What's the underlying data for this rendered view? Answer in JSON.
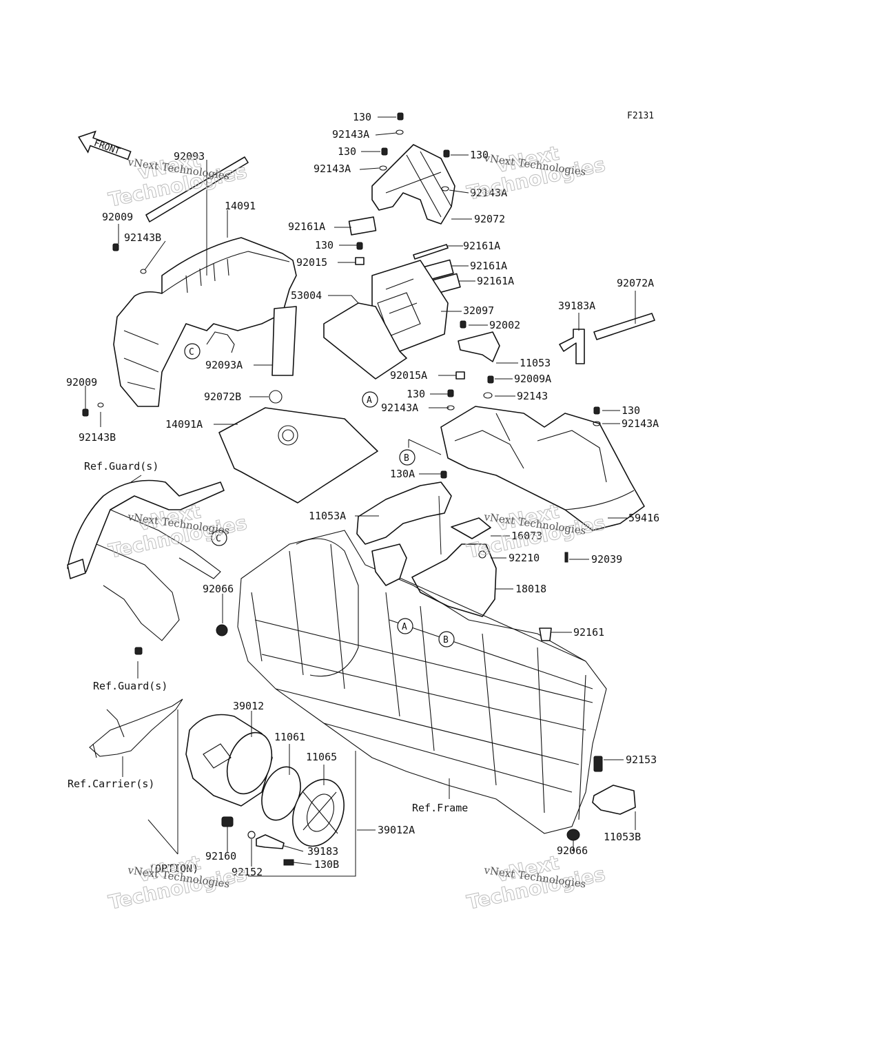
{
  "figure_code": "F2131",
  "front_arrow": "FRONT",
  "watermark_small": "vNext Technologies",
  "watermark_big_1": "vNext",
  "watermark_big_2": "Technologies",
  "refs": {
    "guard_top": "Ref.Guard(s)",
    "guard_bottom": "Ref.Guard(s)",
    "carrier": "Ref.Carrier(s)",
    "frame": "Ref.Frame",
    "option": "(OPTION)"
  },
  "callouts": {
    "a": "A",
    "b": "B",
    "c": "C"
  },
  "parts": {
    "p130_1": "130",
    "p92143A_1": "92143A",
    "p130_2": "130",
    "p92143A_2": "92143A",
    "p130_3": "130",
    "p92143A_3": "92143A",
    "p92072": "92072",
    "p92093": "92093",
    "p14091": "14091",
    "p92009_1": "92009",
    "p92143B_1": "92143B",
    "p92161A_1": "92161A",
    "p130_4": "130",
    "p92161A_2": "92161A",
    "p92015": "92015",
    "p92161A_3": "92161A",
    "p92161A_4": "92161A",
    "p53004": "53004",
    "p32097": "32097",
    "p92002": "92002",
    "p92072A": "92072A",
    "p39183A": "39183A",
    "p11053": "11053",
    "p92093A": "92093A",
    "p92009_2": "92009",
    "p92143B_2": "92143B",
    "p92015A": "92015A",
    "p92009A": "92009A",
    "p130_5": "130",
    "p92143": "92143",
    "p92143A_4": "92143A",
    "p130_6": "130",
    "p92143A_5": "92143A",
    "p92072B": "92072B",
    "p14091A": "14091A",
    "p130A": "130A",
    "p11053A": "11053A",
    "p59416": "59416",
    "p16073": "16073",
    "p92210": "92210",
    "p92039": "92039",
    "p18018": "18018",
    "p92066_1": "92066",
    "p92161": "92161",
    "p39012": "39012",
    "p11061": "11061",
    "p11065": "11065",
    "p92153": "92153",
    "p39012A": "39012A",
    "p11053B": "11053B",
    "p92160": "92160",
    "p39183": "39183",
    "p130B": "130B",
    "p92152": "92152",
    "p92066_2": "92066"
  }
}
